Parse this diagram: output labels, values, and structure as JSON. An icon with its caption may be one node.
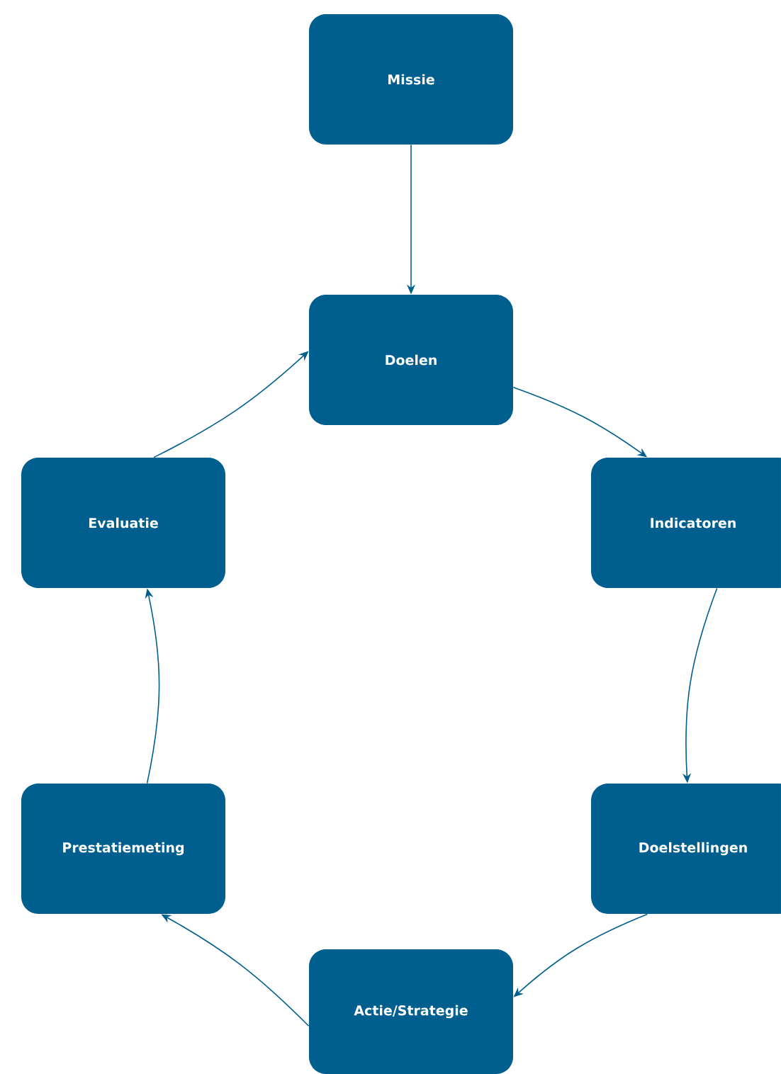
{
  "diagram": {
    "nodes": [
      {
        "text": [
          "Missie"
        ]
      },
      {
        "text": [
          "Doelen"
        ]
      },
      {
        "text": [
          "Indicatoren"
        ]
      },
      {
        "text": [
          "Doelstellingen"
        ]
      },
      {
        "text": [
          "Actie/Strategie"
        ]
      },
      {
        "text": [
          "Prestatiemeting"
        ]
      },
      {
        "text": [
          "Evaluatie"
        ]
      }
    ],
    "edges": [
      {
        "from": 0,
        "to": 1,
        "arrow": "to"
      },
      {
        "from": 1,
        "to": 2,
        "arrow": "to"
      },
      {
        "from": 2,
        "to": 3,
        "arrow": "to"
      },
      {
        "from": 3,
        "to": 4,
        "arrow": "to"
      },
      {
        "from": 4,
        "to": 5,
        "arrow": "to"
      },
      {
        "from": 5,
        "to": 6,
        "arrow": "to"
      },
      {
        "from": 6,
        "to": 1,
        "arrow": "to"
      }
    ]
  }
}
